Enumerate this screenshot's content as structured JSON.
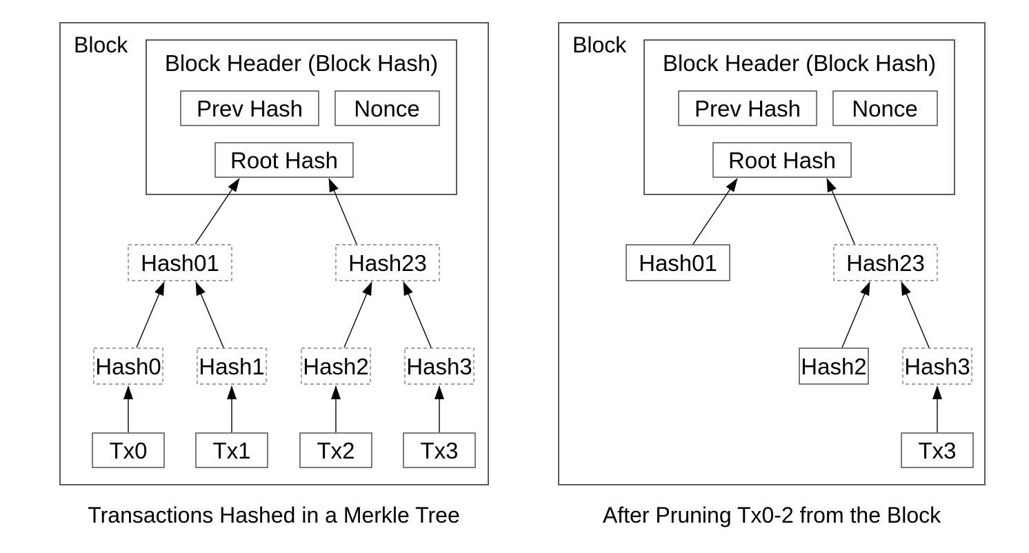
{
  "left": {
    "block_label": "Block",
    "header_title": "Block Header (Block Hash)",
    "prev_hash_label": "Prev Hash",
    "nonce_label": "Nonce",
    "root_hash_label": "Root Hash",
    "hash01_label": "Hash01",
    "hash23_label": "Hash23",
    "hash0_label": "Hash0",
    "hash1_label": "Hash1",
    "hash2_label": "Hash2",
    "hash3_label": "Hash3",
    "tx0_label": "Tx0",
    "tx1_label": "Tx1",
    "tx2_label": "Tx2",
    "tx3_label": "Tx3",
    "caption": "Transactions Hashed in a Merkle Tree"
  },
  "right": {
    "block_label": "Block",
    "header_title": "Block Header (Block Hash)",
    "prev_hash_label": "Prev Hash",
    "nonce_label": "Nonce",
    "root_hash_label": "Root Hash",
    "hash01_label": "Hash01",
    "hash23_label": "Hash23",
    "hash2_label": "Hash2",
    "hash3_label": "Hash3",
    "tx3_label": "Tx3",
    "caption": "After Pruning Tx0-2 from the Block"
  },
  "colors": {
    "background": "#ffffff",
    "solid_border": "#595959",
    "dashed_border": "#7f7f7f",
    "text": "#000000",
    "arrow": "#000000"
  }
}
